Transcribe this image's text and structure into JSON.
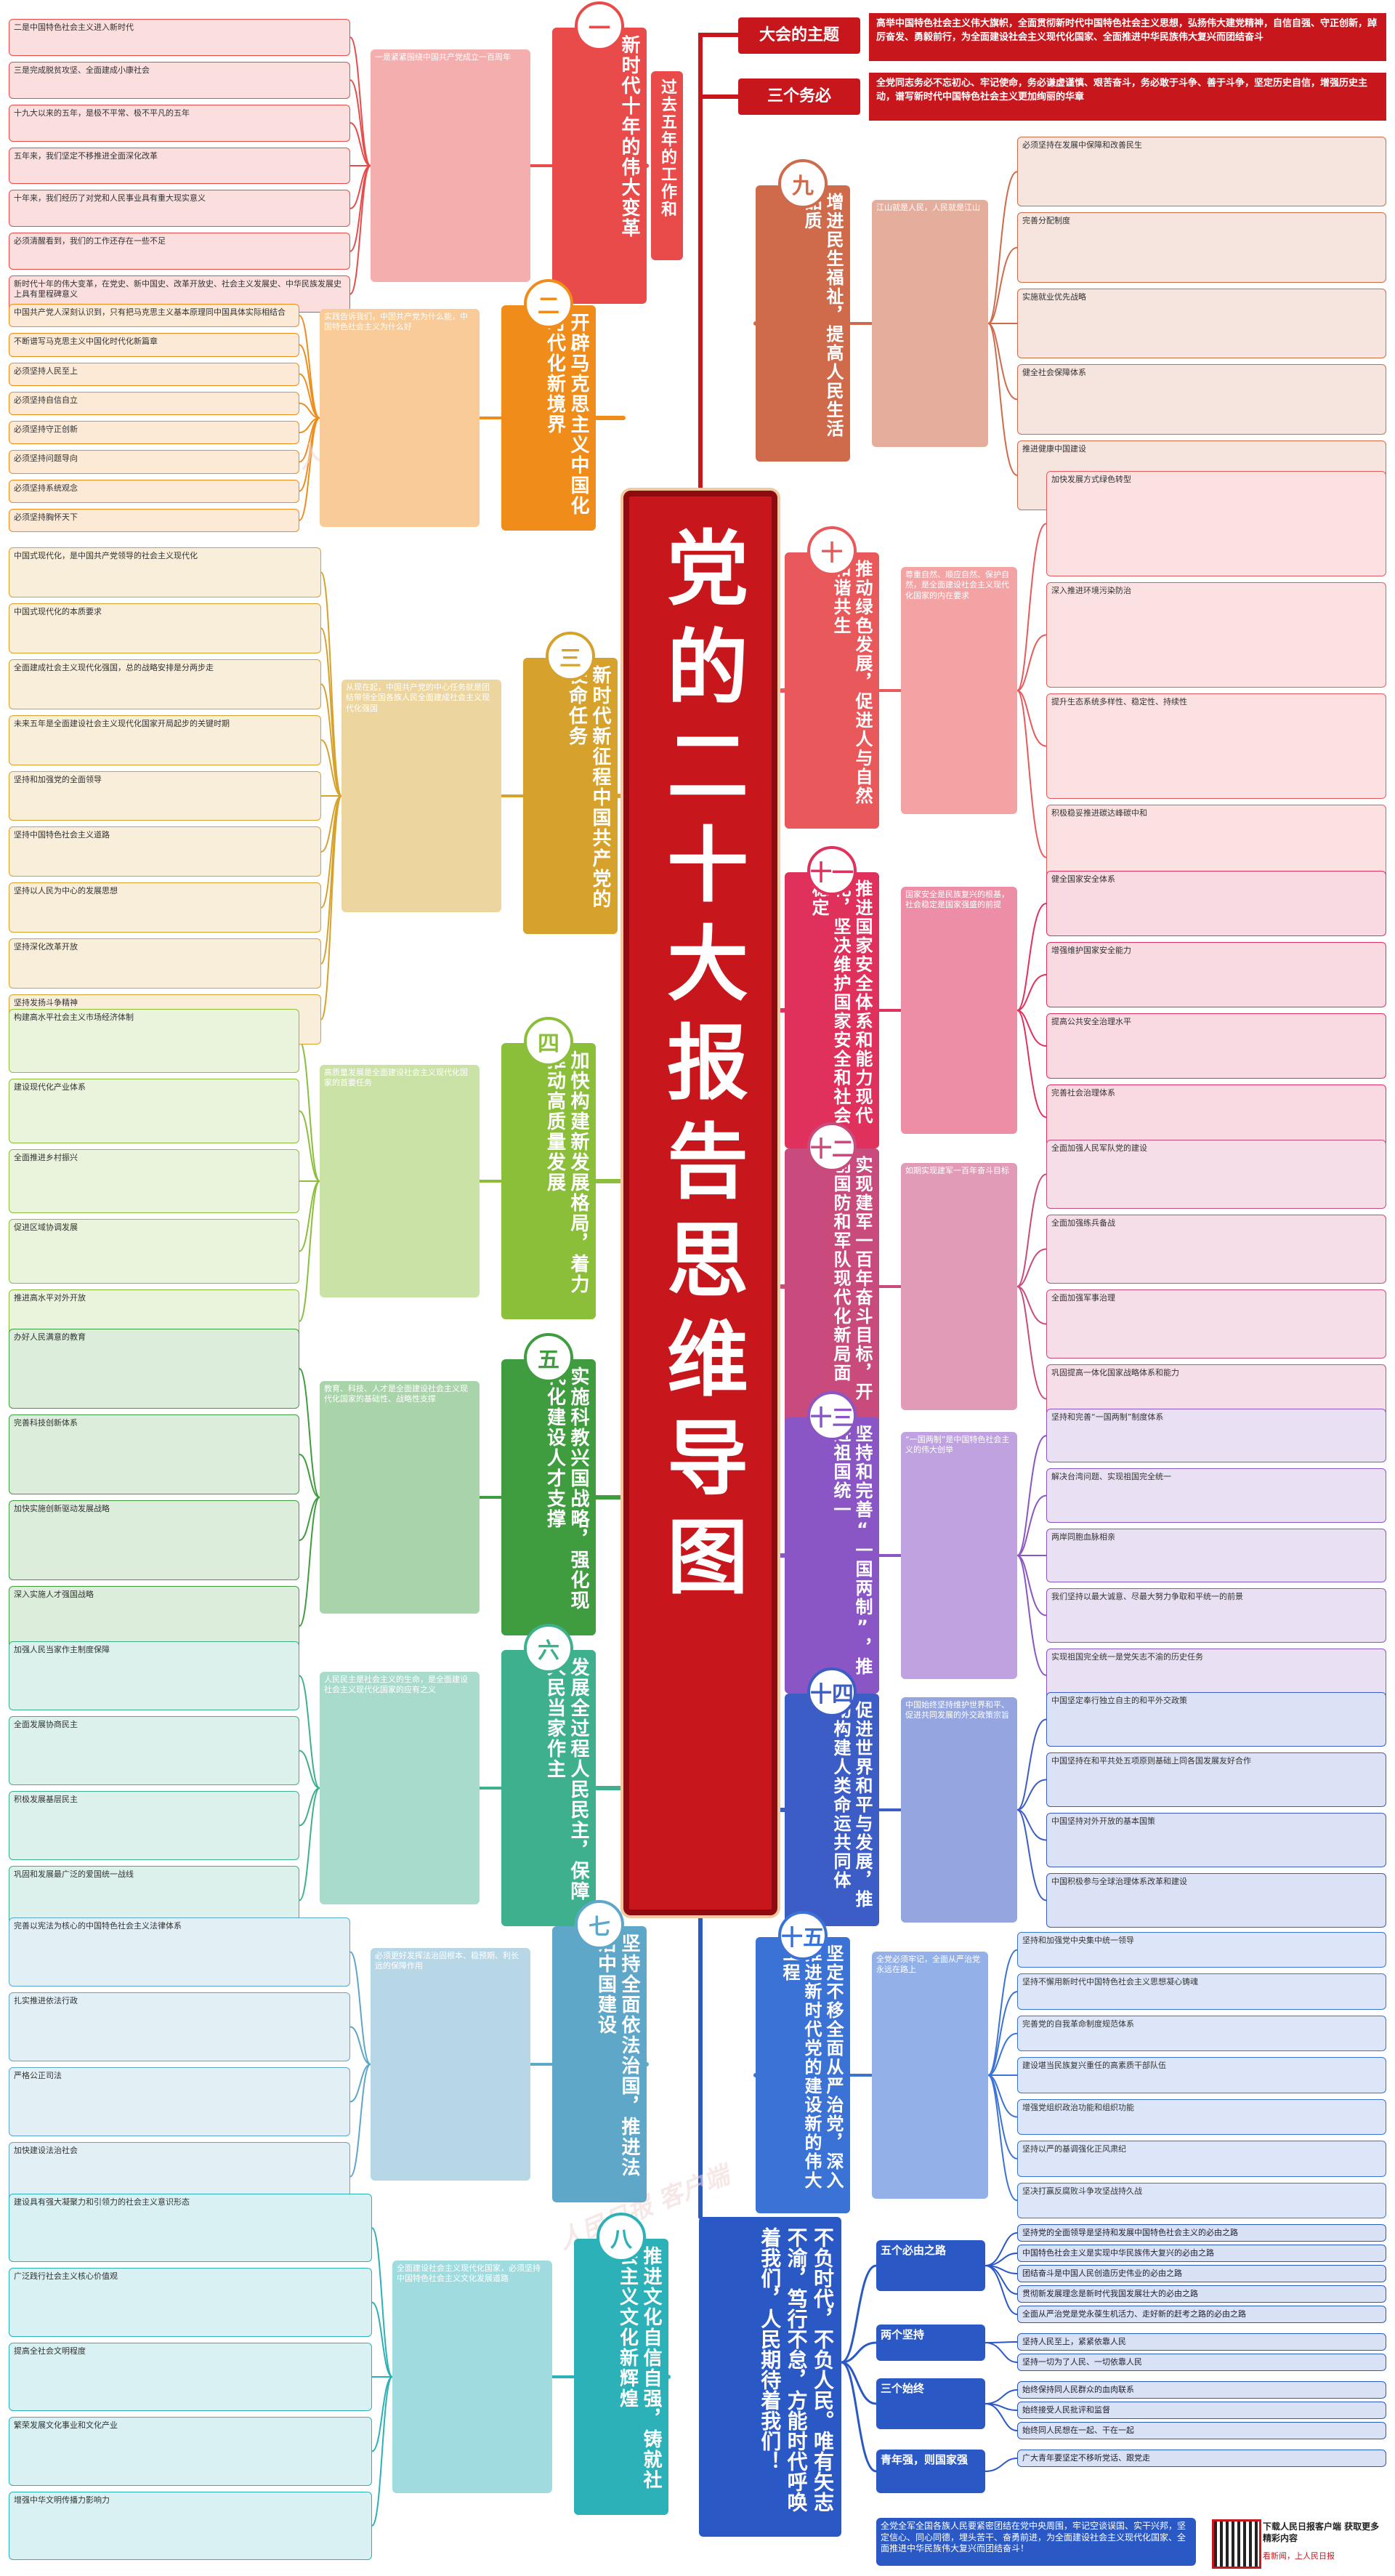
{
  "title": "党的二十大报告思维导图",
  "header": {
    "theme_label": "大会的主题",
    "theme_text": "高举中国特色社会主义伟大旗帜，全面贯彻新时代中国特色社会主义思想，弘扬伟大建党精神，自信自强、守正创新，踔厉奋发、勇毅前行，为全面建设社会主义现代化国家、全面推进中华民族伟大复兴而团结奋斗",
    "musts_label": "三个务必",
    "musts_text": "全党同志务必不忘初心、牢记使命，务必谦虚谨慎、艰苦奋斗，务必敢于斗争、善于斗争，坚定历史自信，增强历史主动，谱写新时代中国特色社会主义更加绚丽的华章"
  },
  "watermark": "人民日报 客户端",
  "colors": {
    "s1": "#e94a4a",
    "s2": "#f08c1a",
    "s3": "#d6a22c",
    "s4": "#8bbf3a",
    "s5": "#3f9d3f",
    "s6": "#3fb08e",
    "s7": "#5fa7c8",
    "s8": "#2bb1b7",
    "s9": "#cf6a4b",
    "s10": "#e9585a",
    "s11": "#e0315d",
    "s12": "#c94a7c",
    "s13": "#8a55c4",
    "s14": "#3c5cc6",
    "s15": "#3b72d6",
    "final": "#2a59c6"
  },
  "sections": [
    {
      "num": "一",
      "title": "新时代十年的伟大变革",
      "detail": "过去五年的工作和",
      "leaves": [
        "一是紧紧围绕中国共产党成立一百周年",
        "二是中国特色社会主义进入新时代",
        "三是完成脱贫攻坚、全面建成小康社会",
        "十九大以来的五年，是极不平常、极不平凡的五年",
        "五年来，我们坚定不移推进全面深化改革",
        "十年来，我们经历了对党和人民事业具有重大现实意义",
        "必须清醒看到，我们的工作还存在一些不足",
        "新时代十年的伟大变革，在党史、新中国史、改革开放史、社会主义发展史、中华民族发展史上具有里程碑意义"
      ]
    },
    {
      "num": "二",
      "title": "开辟马克思主义中国化时代化新境界",
      "leaves": [
        "实践告诉我们，中国共产党为什么能，中国特色社会主义为什么好",
        "中国共产党人深刻认识到，只有把马克思主义基本原理同中国具体实际相结合",
        "不断谱写马克思主义中国化时代化新篇章",
        "必须坚持人民至上",
        "必须坚持自信自立",
        "必须坚持守正创新",
        "必须坚持问题导向",
        "必须坚持系统观念",
        "必须坚持胸怀天下"
      ]
    },
    {
      "num": "三",
      "title": "新时代新征程中国共产党的使命任务",
      "leaves": [
        "从现在起，中国共产党的中心任务就是团结带领全国各族人民全面建成社会主义现代化强国",
        "中国式现代化，是中国共产党领导的社会主义现代化",
        "中国式现代化的本质要求",
        "全面建成社会主义现代化强国，总的战略安排是分两步走",
        "未来五年是全面建设社会主义现代化国家开局起步的关键时期",
        "坚持和加强党的全面领导",
        "坚持中国特色社会主义道路",
        "坚持以人民为中心的发展思想",
        "坚持深化改革开放",
        "坚持发扬斗争精神"
      ]
    },
    {
      "num": "四",
      "title": "加快构建新发展格局，着力推动高质量发展",
      "leaves": [
        "高质量发展是全面建设社会主义现代化国家的首要任务",
        "构建高水平社会主义市场经济体制",
        "建设现代化产业体系",
        "全面推进乡村振兴",
        "促进区域协调发展",
        "推进高水平对外开放"
      ]
    },
    {
      "num": "五",
      "title": "实施科教兴国战略，强化现代化建设人才支撑",
      "leaves": [
        "教育、科技、人才是全面建设社会主义现代化国家的基础性、战略性支撑",
        "办好人民满意的教育",
        "完善科技创新体系",
        "加快实施创新驱动发展战略",
        "深入实施人才强国战略"
      ]
    },
    {
      "num": "六",
      "title": "发展全过程人民民主，保障人民当家作主",
      "leaves": [
        "人民民主是社会主义的生命，是全面建设社会主义现代化国家的应有之义",
        "加强人民当家作主制度保障",
        "全面发展协商民主",
        "积极发展基层民主",
        "巩固和发展最广泛的爱国统一战线"
      ]
    },
    {
      "num": "七",
      "title": "坚持全面依法治国，推进法治中国建设",
      "leaves": [
        "必须更好发挥法治固根本、稳预期、利长远的保障作用",
        "完善以宪法为核心的中国特色社会主义法律体系",
        "扎实推进依法行政",
        "严格公正司法",
        "加快建设法治社会"
      ]
    },
    {
      "num": "八",
      "title": "推进文化自信自强，铸就社会主义文化新辉煌",
      "leaves": [
        "全面建设社会主义现代化国家，必须坚持中国特色社会主义文化发展道路",
        "建设具有强大凝聚力和引领力的社会主义意识形态",
        "广泛践行社会主义核心价值观",
        "提高全社会文明程度",
        "繁荣发展文化事业和文化产业",
        "增强中华文明传播力影响力"
      ]
    },
    {
      "num": "九",
      "title": "增进民生福祉，提高人民生活品质",
      "leaves": [
        "江山就是人民，人民就是江山",
        "必须坚持在发展中保障和改善民生",
        "完善分配制度",
        "实施就业优先战略",
        "健全社会保障体系",
        "推进健康中国建设"
      ]
    },
    {
      "num": "十",
      "title": "推动绿色发展，促进人与自然和谐共生",
      "leaves": [
        "尊重自然、顺应自然、保护自然，是全面建设社会主义现代化国家的内在要求",
        "加快发展方式绿色转型",
        "深入推进环境污染防治",
        "提升生态系统多样性、稳定性、持续性",
        "积极稳妥推进碳达峰碳中和"
      ]
    },
    {
      "num": "十一",
      "title": "推进国家安全体系和能力现代化，坚决维护国家安全和社会稳定",
      "leaves": [
        "国家安全是民族复兴的根基，社会稳定是国家强盛的前提",
        "健全国家安全体系",
        "增强维护国家安全能力",
        "提高公共安全治理水平",
        "完善社会治理体系"
      ]
    },
    {
      "num": "十二",
      "title": "实现建军一百年奋斗目标，开创国防和军队现代化新局面",
      "leaves": [
        "如期实现建军一百年奋斗目标",
        "全面加强人民军队党的建设",
        "全面加强练兵备战",
        "全面加强军事治理",
        "巩固提高一体化国家战略体系和能力"
      ]
    },
    {
      "num": "十三",
      "title": "坚持和完善“一国两制”，推进祖国统一",
      "leaves": [
        "“一国两制”是中国特色社会主义的伟大创举",
        "坚持和完善“一国两制”制度体系",
        "解决台湾问题、实现祖国完全统一",
        "两岸同胞血脉相亲",
        "我们坚持以最大诚意、尽最大努力争取和平统一的前景",
        "实现祖国完全统一是党矢志不渝的历史任务"
      ]
    },
    {
      "num": "十四",
      "title": "促进世界和平与发展，推动构建人类命运共同体",
      "leaves": [
        "中国始终坚持维护世界和平、促进共同发展的外交政策宗旨",
        "中国坚定奉行独立自主的和平外交政策",
        "中国坚持在和平共处五项原则基础上同各国发展友好合作",
        "中国坚持对外开放的基本国策",
        "中国积极参与全球治理体系改革和建设"
      ]
    },
    {
      "num": "十五",
      "title": "坚定不移全面从严治党，深入推进新时代党的建设新的伟大工程",
      "leaves": [
        "全党必须牢记，全面从严治党永远在路上",
        "坚持和加强党中央集中统一领导",
        "坚持不懈用新时代中国特色社会主义思想凝心铸魂",
        "完善党的自我革命制度规范体系",
        "建设堪当民族复兴重任的高素质干部队伍",
        "增强党组织政治功能和组织功能",
        "坚持以严的基调强化正风肃纪",
        "坚决打赢反腐败斗争攻坚战持久战"
      ]
    }
  ],
  "final": {
    "slogan": "不负时代，不负人民。唯有矢志不渝，笃行不怠，方能时代呼唤着我们，人民期待着我们！",
    "items": [
      "五个必由之路",
      "两个坚持",
      "三个始终",
      "青年强，则国家强"
    ],
    "leaves": [
      "坚持党的全面领导是坚持和发展中国特色社会主义的必由之路",
      "中国特色社会主义是实现中华民族伟大复兴的必由之路",
      "团结奋斗是中国人民创造历史伟业的必由之路",
      "贯彻新发展理念是新时代我国发展壮大的必由之路",
      "全面从严治党是党永葆生机活力、走好新的赶考之路的必由之路",
      "坚持人民至上，紧紧依靠人民",
      "坚持一切为了人民、一切依靠人民",
      "始终保持同人民群众的血肉联系",
      "始终接受人民批评和监督",
      "始终同人民想在一起、干在一起",
      "广大青年要坚定不移听党话、跟党走"
    ],
    "closing": "全党全军全国各族人民要紧密团结在党中央周围，牢记空谈误国、实干兴邦，坚定信心、同心同德，埋头苦干、奋勇前进，为全面建设社会主义现代化国家、全面推进中华民族伟大复兴而团结奋斗！"
  },
  "footer": {
    "download": "下载人民日报客户端 获取更多精彩内容",
    "scan": "看新闻，上人民日报"
  }
}
